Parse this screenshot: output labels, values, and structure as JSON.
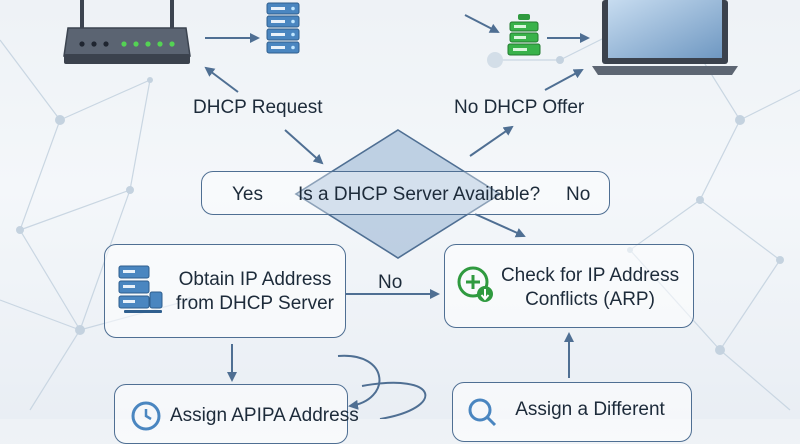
{
  "labels": {
    "dhcp_request": "DHCP Request",
    "no_dhcp_offer": "No DHCP Offer",
    "yes": "Yes",
    "decision_question": "Is a DHCP Server Available?",
    "no_right": "No",
    "no_middle": "No"
  },
  "boxes": {
    "obtain_line1": "Obtain IP Address",
    "obtain_line2": "from DHCP Server",
    "check_line1": "Check for IP Address",
    "check_line2": "Conflicts (ARP)",
    "apipa_partial": "Assign APIPA Address",
    "assign_partial": "Assign a Different"
  },
  "icons": {
    "router": "router-icon",
    "server": "server-rack-icon",
    "dhcp_server": "dhcp-server-icon",
    "laptop": "laptop-icon",
    "obtain_server": "server-icon",
    "check": "check-plus-icon",
    "apipa": "clock-icon",
    "search": "magnifier-icon"
  },
  "colors": {
    "stroke": "#4f6f93",
    "text": "#1d2b3a",
    "accent_green": "#2f9a3f",
    "icon_blue": "#4a86c0",
    "decision_fill": "#a9c1da"
  }
}
